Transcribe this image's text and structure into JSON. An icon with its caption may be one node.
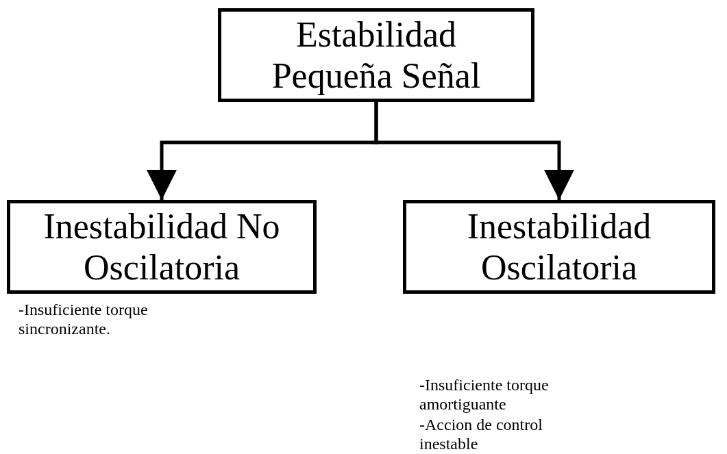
{
  "diagram": {
    "nodes": [
      {
        "text": [
          "Estabilidad Pequeña Señal"
        ]
      },
      {
        "text": [
          "Inestabilidad No Oscilatoria"
        ],
        "beside": [
          "-Insuficiente torque sincronizante."
        ]
      },
      {
        "text": [
          "Inestabilidad Oscilatoria"
        ],
        "beside": [
          "-Insuficiente torque amortiguante",
          "-Accion de control inestable"
        ]
      }
    ],
    "edges": [
      {
        "from": 0,
        "to": 1,
        "arrow": "to"
      },
      {
        "from": 0,
        "to": 2,
        "arrow": "to"
      }
    ]
  }
}
